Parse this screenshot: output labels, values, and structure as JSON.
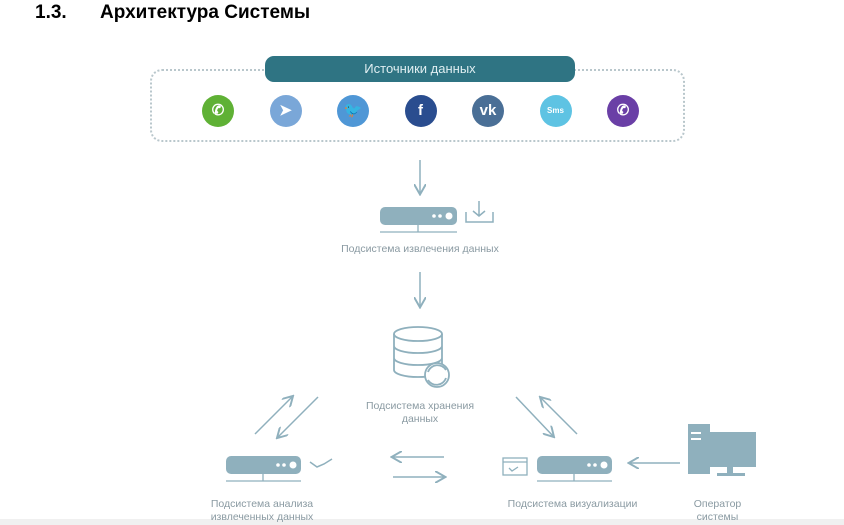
{
  "heading": {
    "number": "1.3.",
    "title": "Архитектура Системы"
  },
  "sources": {
    "title": "Источники данных",
    "icons": [
      {
        "name": "whatsapp-icon",
        "color": "#5fb135",
        "glyph": "✆"
      },
      {
        "name": "telegram-icon",
        "color": "#7aa7d8",
        "glyph": "➤"
      },
      {
        "name": "twitter-icon",
        "color": "#4f97d6",
        "glyph": "🐦"
      },
      {
        "name": "facebook-icon",
        "color": "#2a4d8f",
        "glyph": "f"
      },
      {
        "name": "vk-icon",
        "color": "#4a6f96",
        "glyph": "vk"
      },
      {
        "name": "sms-icon",
        "color": "#5ec3e3",
        "glyph": "Sms"
      },
      {
        "name": "viber-icon",
        "color": "#6a3fa6",
        "glyph": "✆"
      }
    ]
  },
  "nodes": {
    "extraction": "Подсистема извлечения данных",
    "storage_1": "Подсистема хранения",
    "storage_2": "данных",
    "analysis_1": "Подсистема анализа",
    "analysis_2": "извлеченных данных",
    "visualization": "Подсистема визуализации",
    "operator_1": "Оператор",
    "operator_2": "системы"
  },
  "colors": {
    "accent": "#2f7483",
    "icon": "#8fb0bd"
  }
}
